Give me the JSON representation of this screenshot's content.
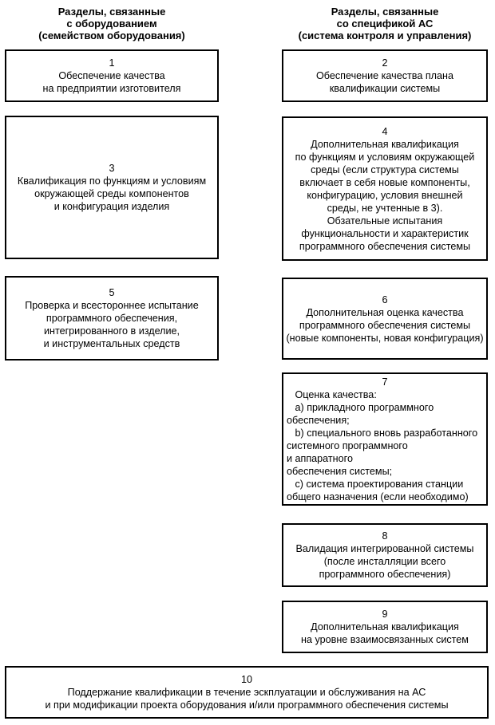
{
  "page": {
    "background_color": "#ffffff",
    "text_color": "#000000",
    "border_color": "#000000"
  },
  "columns": {
    "left": {
      "header": [
        "Разделы, связанные",
        "с оборудованием",
        "(семейством оборудования)"
      ]
    },
    "right": {
      "header": [
        "Разделы, связанные",
        "со спецификой АС",
        "(система контроля и управления)"
      ]
    }
  },
  "boxes": [
    {
      "number": "1",
      "column": "left",
      "lines": [
        "Обеспечение качества",
        "на предприятии изготовителя"
      ]
    },
    {
      "number": "2",
      "column": "right",
      "lines": [
        "Обеспечение качества плана",
        "квалификации системы"
      ]
    },
    {
      "number": "3",
      "column": "left",
      "lines": [
        "Квалификация по функциям и условиям",
        "окружающей среды компонентов",
        "и конфигурация изделия"
      ]
    },
    {
      "number": "4",
      "column": "right",
      "lines": [
        "Дополнительная квалификация",
        "по функциям и условиям окружающей",
        "среды (если структура системы",
        "включает в себя новые компоненты,",
        "конфигурацию, условия внешней",
        "среды, не учтенные в 3).",
        "Обзательные испытания",
        "функциональности и характеристик",
        "программного обеспечения системы"
      ]
    },
    {
      "number": "5",
      "column": "left",
      "lines": [
        "Проверка и всестороннее испытание",
        "программного обеспечения,",
        "интегрированного в изделие,",
        "и инструментальных средств"
      ]
    },
    {
      "number": "6",
      "column": "right",
      "lines": [
        "Дополнительная оценка качества",
        "программного обеспечения системы",
        "(новые компоненты, новая конфигурация)"
      ]
    },
    {
      "number": "7",
      "column": "right",
      "lines": [
        "   Оценка качества:",
        "   a) прикладного программного",
        "обеспечения;",
        "   b) специального вновь разработанного",
        "системного программного",
        "и аппаратного",
        "обеспечения системы;",
        "   c) система проектирования станции",
        "общего назначения (если необходимо)"
      ]
    },
    {
      "number": "8",
      "column": "right",
      "lines": [
        "Валидация интегрированной системы",
        "(после инсталляции всего",
        "программного обеспечения)"
      ]
    },
    {
      "number": "9",
      "column": "right",
      "lines": [
        "Дополнительная квалификация",
        "на уровне взаимосвязанных систем"
      ]
    },
    {
      "number": "10",
      "column": "full",
      "lines": [
        "Поддержание квалификации в течение эскплуатации и обслуживания на АС",
        "и при модификации проекта оборудования и/или программного обеспечения системы"
      ]
    }
  ]
}
